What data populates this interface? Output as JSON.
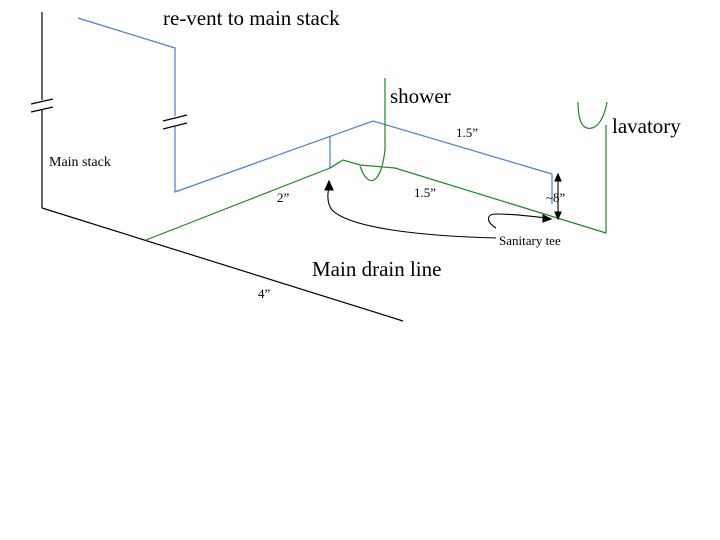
{
  "labels": {
    "revent": "re-vent to main stack",
    "shower": "shower",
    "lavatory": "lavatory",
    "main_stack": "Main stack",
    "main_drain": "Main drain line",
    "sanitary_tee": "Sanitary tee",
    "size_shower_vent": "1.5”",
    "size_shower_drain": "1.5”",
    "size_branch_drain": "2”",
    "size_main_drain": "4”",
    "rise_lavatory": "~8”"
  },
  "colors": {
    "vent": "#4a7fd4",
    "drain": "#1f8a1f",
    "stack": "#000000"
  }
}
